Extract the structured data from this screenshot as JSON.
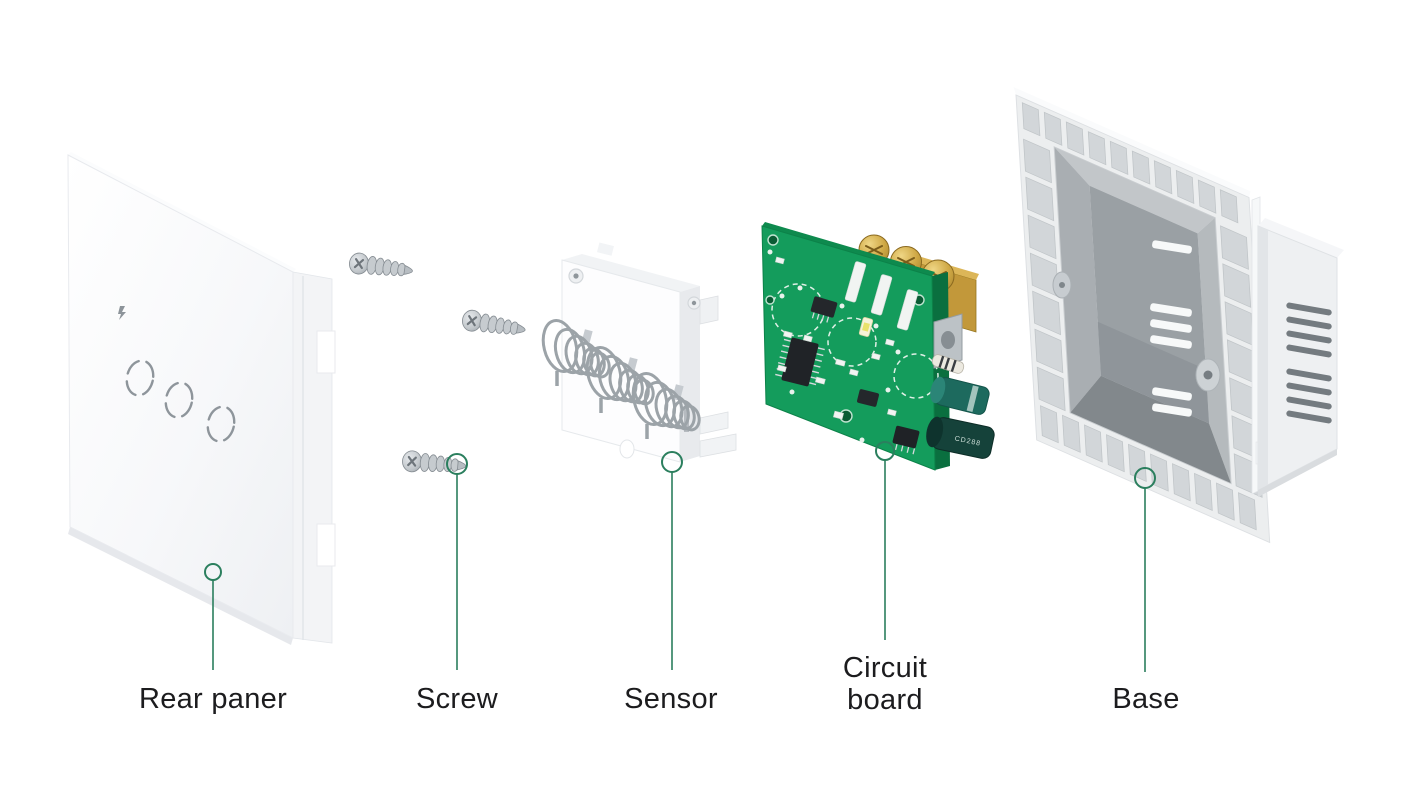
{
  "figure": {
    "type": "exploded-view-product-diagram",
    "labels": {
      "rear_panel": "Rear paner",
      "screw": "Screw",
      "sensor": "Sensor",
      "circuit_board": "Circuit board",
      "base": "Base"
    },
    "pcb_capacitor_text": "CD288",
    "theme": {
      "background": "#ffffff",
      "text": "#1c1c1e",
      "accent": "#2b7f5e",
      "pcb": "#149c5c",
      "pcb_side": "#0a6f3f",
      "pcb_top": "#0e8a4e",
      "brass": "#c2983a",
      "plastic": "#eceeef",
      "recess": "#9aa0a4",
      "capacitor": "#1d6a5e",
      "metal": "#bcc2c6"
    }
  }
}
